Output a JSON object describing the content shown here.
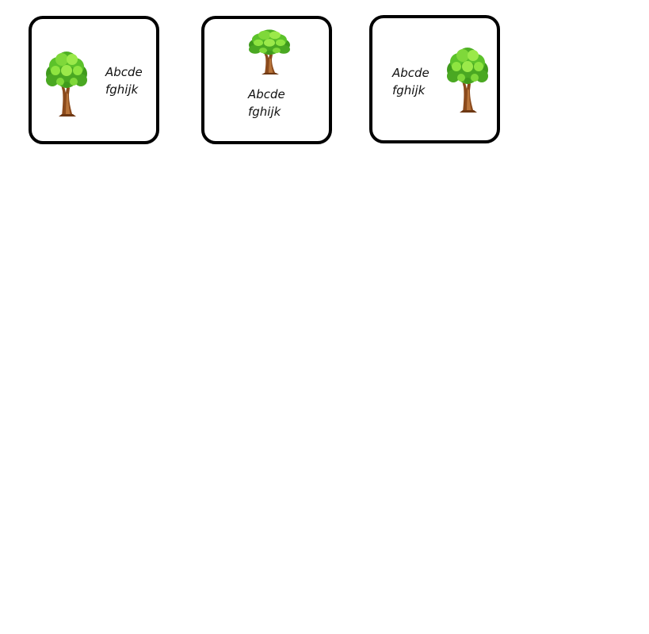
{
  "cards": [
    {
      "layout": "image-left-text-right",
      "icon": "tree-icon",
      "line1": "Abcde",
      "line2": "fghijk"
    },
    {
      "layout": "image-top-text-bottom",
      "icon": "tree-icon",
      "line1": "Abcde",
      "line2": "fghijk"
    },
    {
      "layout": "text-left-image-right",
      "icon": "tree-icon",
      "line1": "Abcde",
      "line2": "fghijk"
    }
  ],
  "colors": {
    "card_border": "#000000",
    "canvas_background": "#ffffff",
    "foliage_dark": "#3f9a1c",
    "foliage_mid": "#5cc22a",
    "foliage_light": "#9be94a",
    "trunk": "#8b4a1c"
  }
}
